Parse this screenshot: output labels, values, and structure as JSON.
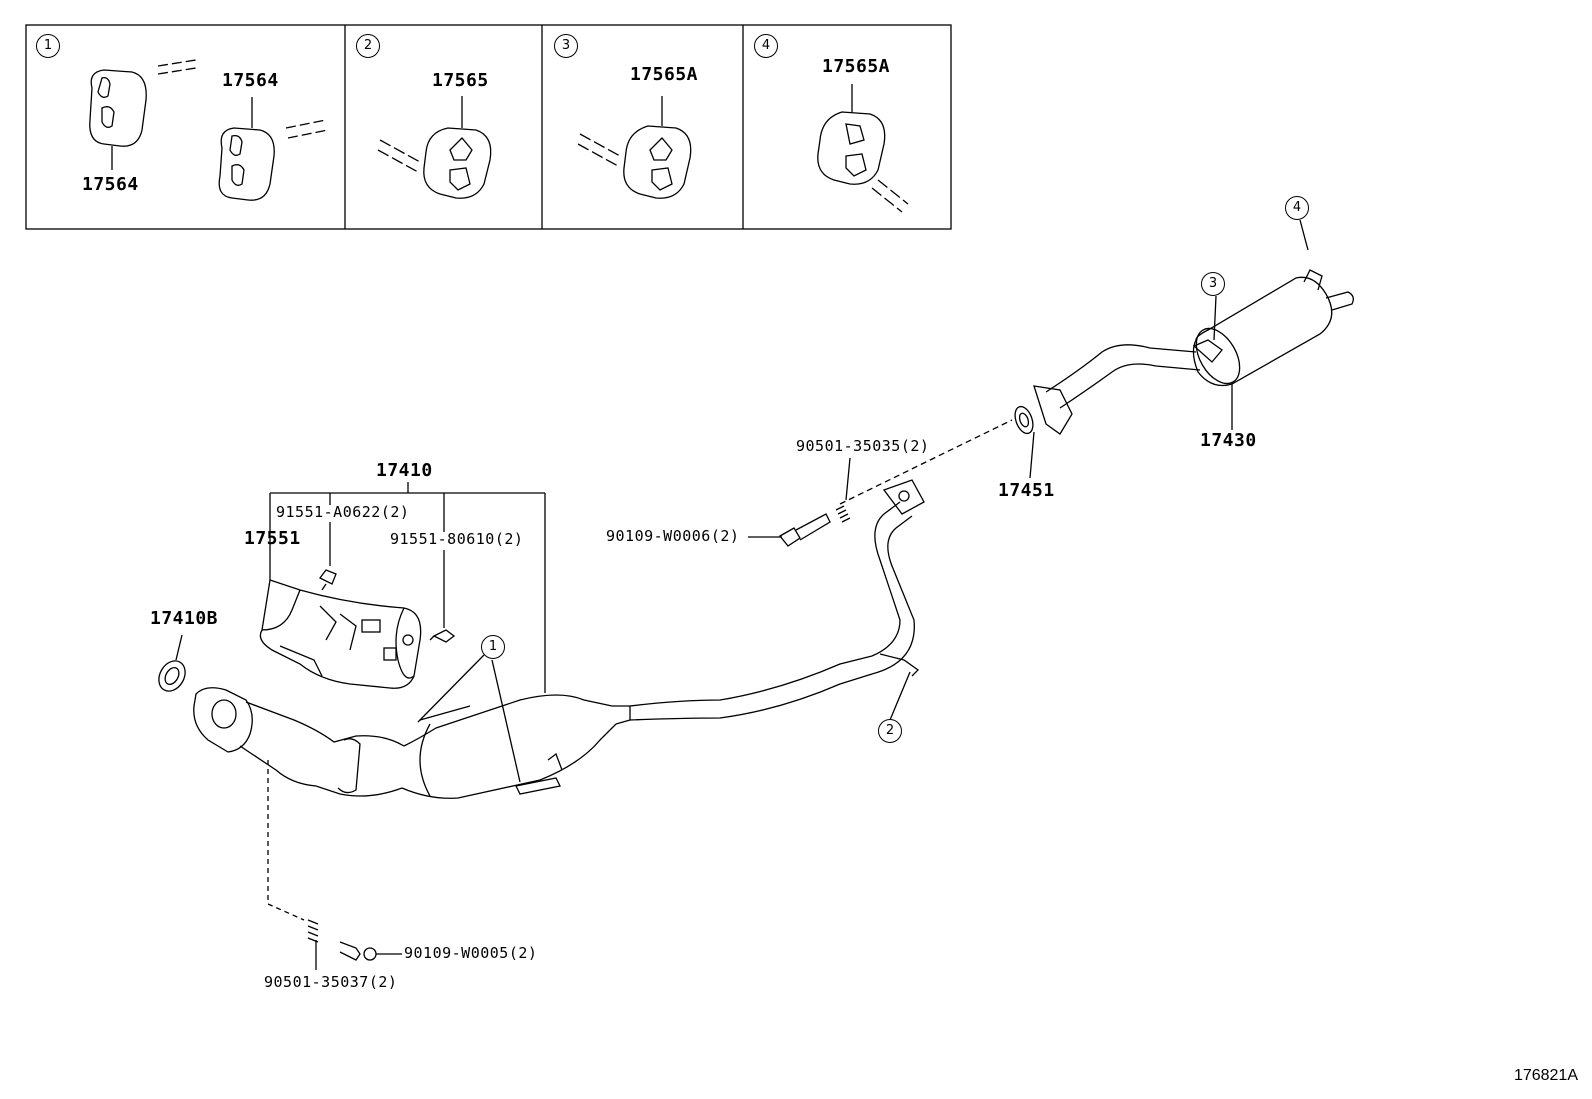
{
  "insets": [
    {
      "num": "1",
      "labels": [
        "17564",
        "17564"
      ]
    },
    {
      "num": "2",
      "labels": [
        "17565"
      ]
    },
    {
      "num": "3",
      "labels": [
        "17565A"
      ]
    },
    {
      "num": "4",
      "labels": [
        "17565A"
      ]
    }
  ],
  "callouts": {
    "c1": "1",
    "c2": "2",
    "c3": "3",
    "c4": "4"
  },
  "parts": {
    "p17410": "17410",
    "p91551a": "91551-A0622(2)",
    "p17551": "17551",
    "p91551b": "91551-80610(2)",
    "p17410b": "17410B",
    "p90501a": "90501-35035(2)",
    "p90109a": "90109-W0006(2)",
    "p17451": "17451",
    "p17430": "17430",
    "p90109b": "90109-W0005(2)",
    "p90501b": "90501-35037(2)"
  },
  "illustration_code": "176821A"
}
